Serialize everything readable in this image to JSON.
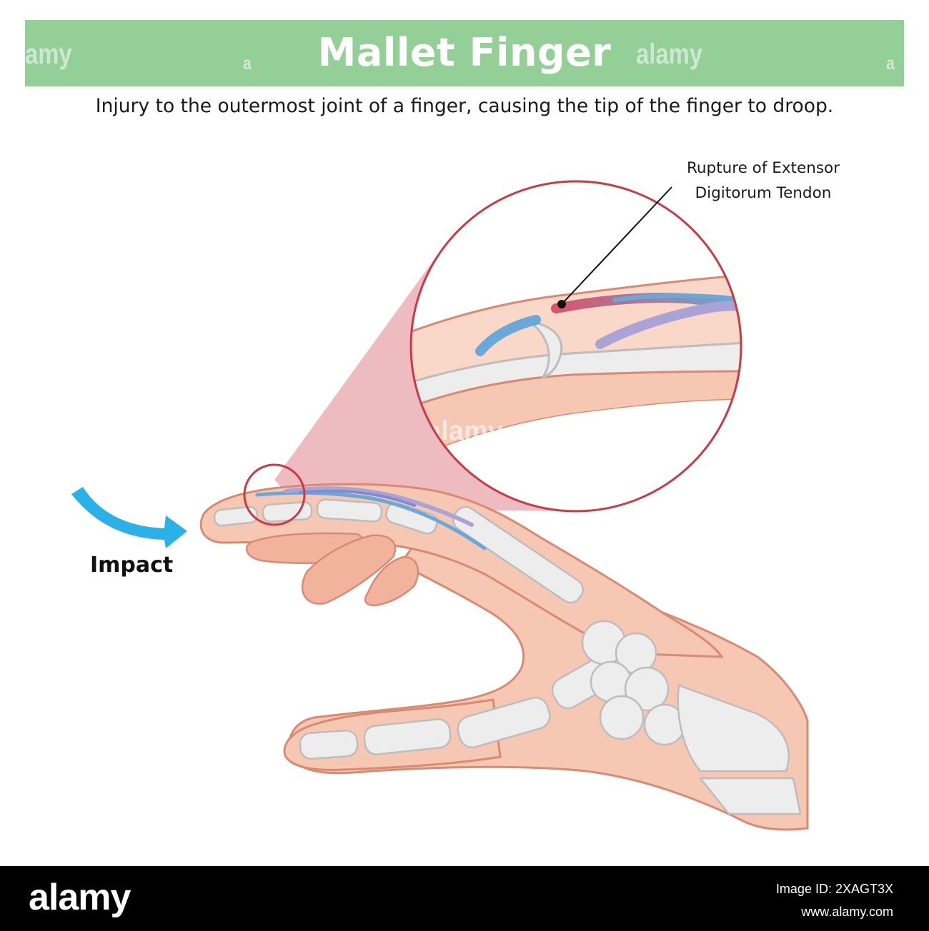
{
  "header": {
    "title": "Mallet Finger",
    "watermarks": [
      "amy",
      "a",
      "alamy",
      "a"
    ]
  },
  "subtitle": "Injury to the outermost joint of a finger, causing the tip of the finger to droop.",
  "diagram": {
    "callout_line1": "Rupture of Extensor",
    "callout_line2": "Digitorum Tendon",
    "impact_label": "Impact",
    "watermark_middle": "alamy",
    "colors": {
      "skin": "#f6c7b2",
      "skin_dark": "#f2b39c",
      "outline": "#d88b74",
      "bone": "#ededed",
      "bone_outline": "#bdbdbd",
      "tendon_blue": "#6aa8d9",
      "tendon_purple": "#a9a3d6",
      "rupture_red": "#d9556a",
      "zoom_circle": "#c93a43",
      "zoom_cone": "#e8a4ab",
      "impact_arrow": "#2cb0e8",
      "title_bar": "#94cf98"
    }
  },
  "footer": {
    "brand": "alamy",
    "image_id": "Image ID: 2XAGT3X",
    "site": "www.alamy.com"
  }
}
